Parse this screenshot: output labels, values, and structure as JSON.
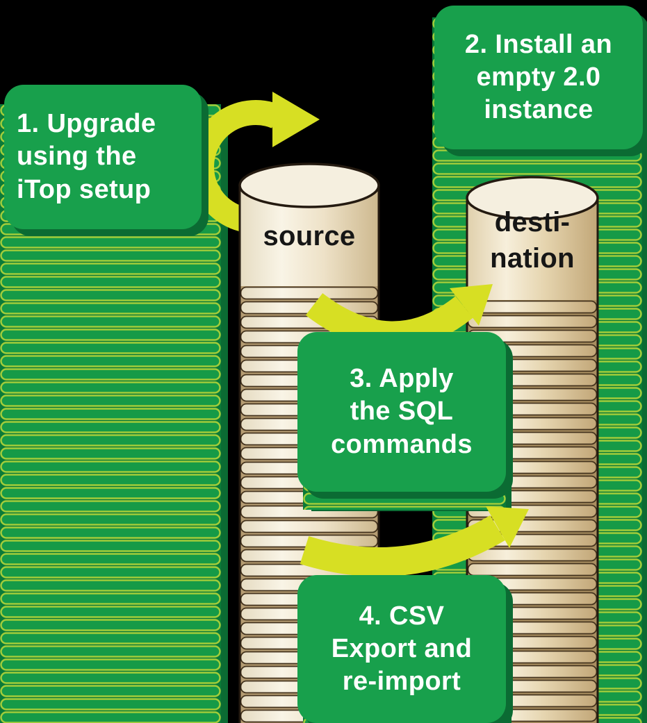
{
  "diagram": {
    "steps": [
      {
        "name": "step-1",
        "lines": [
          "1. Upgrade",
          "using the",
          "iTop setup"
        ]
      },
      {
        "name": "step-2",
        "lines": [
          "2. Install an",
          "empty 2.0",
          "instance"
        ]
      },
      {
        "name": "step-3",
        "lines": [
          "3. Apply",
          "the SQL",
          "commands"
        ]
      },
      {
        "name": "step-4",
        "lines": [
          "4. CSV",
          "Export and",
          "re-import"
        ]
      }
    ],
    "databases": {
      "source": {
        "label": "source"
      },
      "destination": {
        "line1": "desti-",
        "line2": "nation"
      }
    },
    "icons": [
      "upgrade-loop-arrow-icon",
      "sql-transfer-arrow-icon",
      "csv-transfer-arrow-icon",
      "source-database-cylinder-icon",
      "destination-database-cylinder-icon"
    ],
    "colors": {
      "background": "#000000",
      "box_green": "#18a04c",
      "box_shadow_green": "#0b6b33",
      "stack_green": "#169a47",
      "stack_stripe_green": "#a2cd3a",
      "arrow_yellow": "#d7df23",
      "source_cream_light": "#f9f4e6",
      "source_cream_dark": "#cdb88e",
      "destination_tan_light": "#f7efdb",
      "destination_tan_dark": "#c2a778",
      "outline_dark": "#241a10",
      "text_white": "#ffffff",
      "text_black": "#161616"
    }
  }
}
